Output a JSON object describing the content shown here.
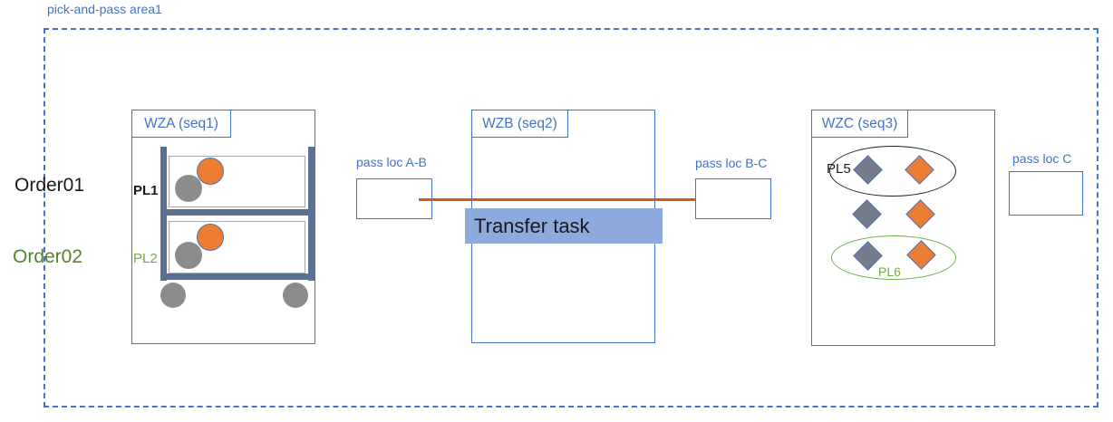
{
  "title": "pick-and-pass area1",
  "orders": [
    {
      "label": "Order01",
      "color": "#1a1a1a"
    },
    {
      "label": "Order02",
      "color": "#538135"
    }
  ],
  "zones": [
    {
      "label": "WZA (seq1)",
      "pick_locations": [
        {
          "label": "PL1"
        },
        {
          "label": "PL2"
        }
      ]
    },
    {
      "label": "WZB (seq2)",
      "task_label": "Transfer task"
    },
    {
      "label": "WZC (seq3)",
      "pick_locations": [
        {
          "label": "PL5"
        },
        {
          "label": "PL6"
        }
      ]
    }
  ],
  "pass_locations": [
    {
      "label": "pass loc A-B"
    },
    {
      "label": "pass loc B-C"
    },
    {
      "label": "pass loc C"
    }
  ],
  "colors": {
    "accent_blue": "#4472C4",
    "accent_orange": "#ED7D31",
    "arrow_orange": "#C95F1E",
    "item_gray": "#8C8C8C",
    "diamond_gray": "#767D8A",
    "cart_frame": "#5B7193",
    "task_fill": "#8EA9DB",
    "ellipse_black": "#1f1f1f",
    "green": "#70AD47",
    "order2_green": "#538135"
  }
}
